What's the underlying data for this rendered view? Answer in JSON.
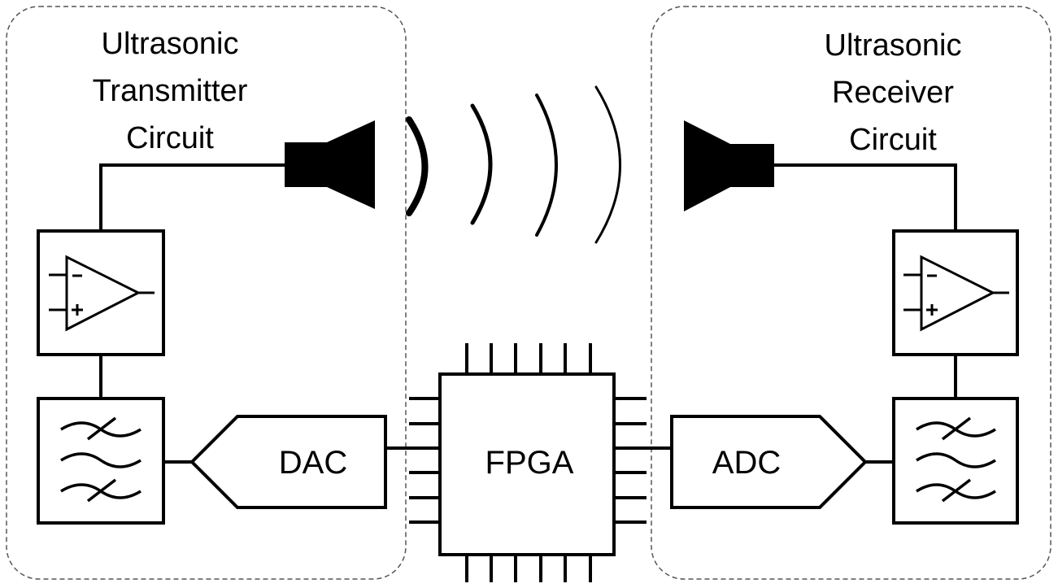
{
  "transmitter": {
    "title_lines": [
      "Ultrasonic",
      "Transmitter",
      "Circuit"
    ],
    "dac_label": "DAC"
  },
  "receiver": {
    "title_lines": [
      "Ultrasonic",
      "Receiver",
      "Circuit"
    ],
    "adc_label": "ADC"
  },
  "processor": {
    "label": "FPGA"
  },
  "colors": {
    "stroke": "#000000",
    "background": "#ffffff",
    "group_border": "#555555"
  }
}
